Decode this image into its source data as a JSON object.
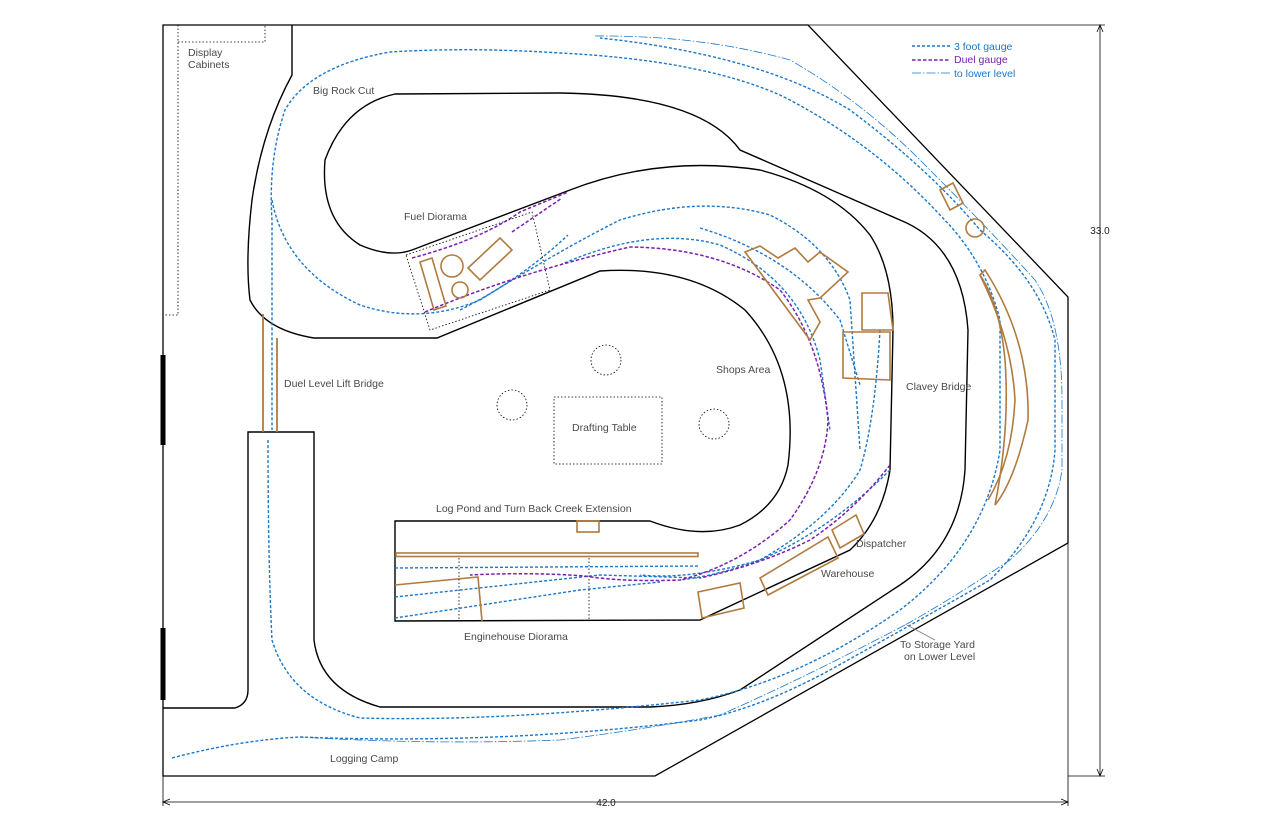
{
  "colors": {
    "three_foot": "#1b77c9",
    "dual": "#7a1fb0",
    "lower": "#1b77c9",
    "structure": "#b07b3e",
    "benchwork": "#000000"
  },
  "legend": {
    "three_foot": "3 foot gauge",
    "dual": "Duel gauge",
    "lower": "to lower level"
  },
  "dimensions": {
    "height": "33.0",
    "width": "42.0"
  },
  "labels": {
    "display_cabinets_1": "Display",
    "display_cabinets_2": "Cabinets",
    "big_rock_cut": "Big Rock Cut",
    "fuel_diorama": "Fuel Diorama",
    "lift_bridge": "Duel Level Lift Bridge",
    "shops_area": "Shops Area",
    "drafting_table": "Drafting Table",
    "clavey_bridge": "Clavey Bridge",
    "log_pond": "Log Pond and Turn Back Creek Extension",
    "dispatcher": "Dispatcher",
    "warehouse": "Warehouse",
    "enginehouse": "Enginehouse Diorama",
    "storage_1": "To Storage Yard",
    "storage_2": "on Lower Level",
    "logging_camp": "Logging Camp"
  }
}
